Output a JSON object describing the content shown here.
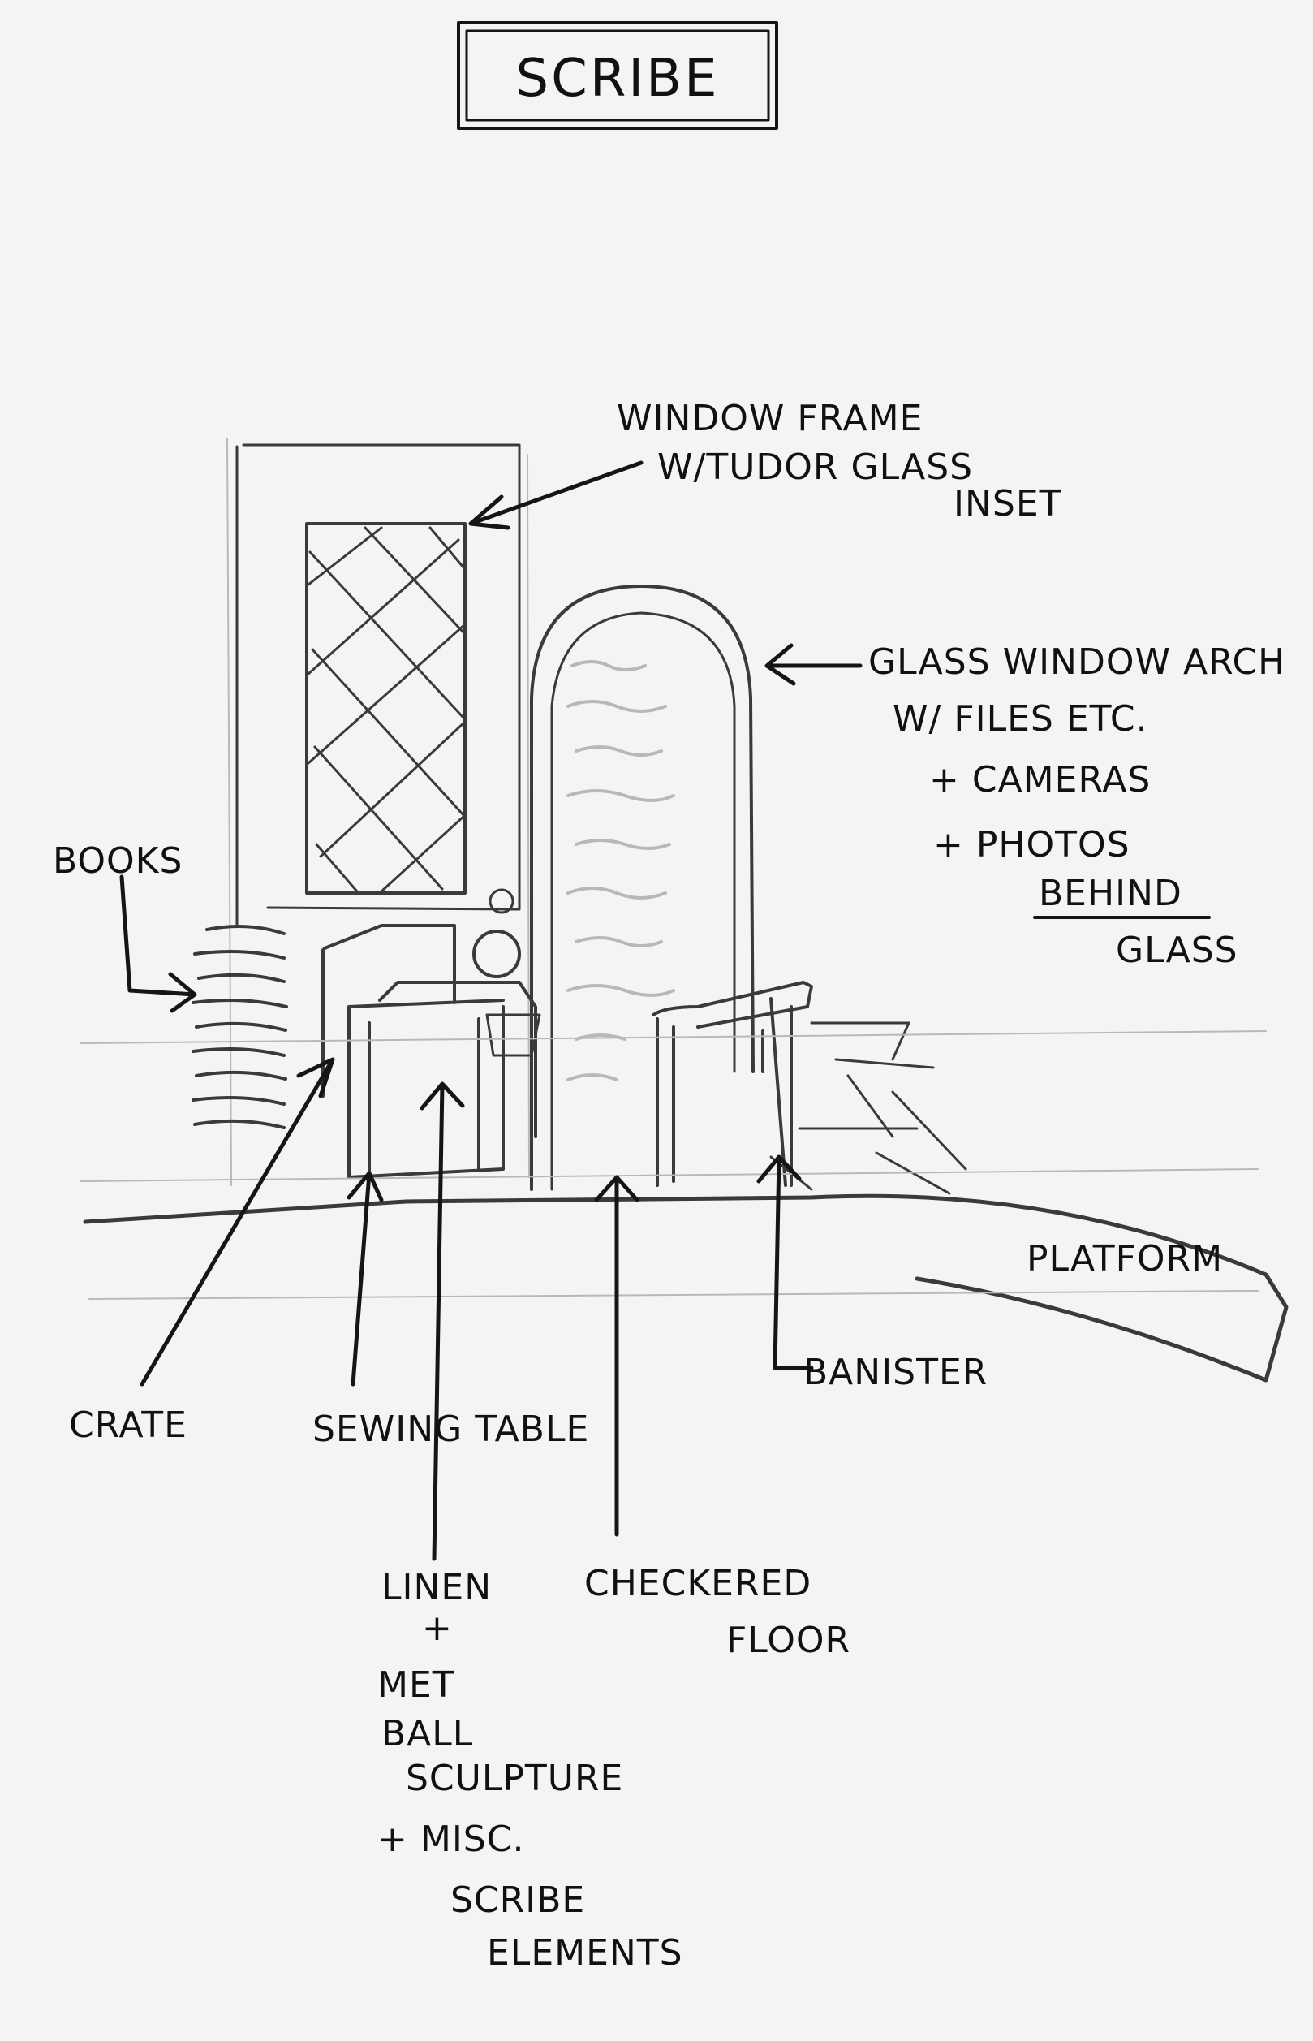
{
  "title": "SCRIBE",
  "labels": {
    "window_frame": [
      "WINDOW FRAME",
      "W/TUDOR GLASS",
      "INSET"
    ],
    "glass_arch": [
      "GLASS WINDOW ARCH",
      "W/ FILES ETC.",
      "+ CAMERAS",
      "+ PHOTOS",
      "BEHIND",
      "GLASS"
    ],
    "books": "BOOKS",
    "platform": "PLATFORM",
    "banister": "BANISTER",
    "crate": "CRATE",
    "sewing_table": "SEWING TABLE",
    "linen": [
      "LINEN",
      "+",
      "MET",
      "BALL",
      "SCULPTURE",
      "+ MISC.",
      "SCRIBE",
      "ELEMENTS"
    ],
    "checkered_floor": [
      "CHECKERED",
      "FLOOR"
    ]
  },
  "colors": {
    "paper": "#f4f4f2",
    "ink": "#151515",
    "pencil": "#3a3a3a"
  }
}
